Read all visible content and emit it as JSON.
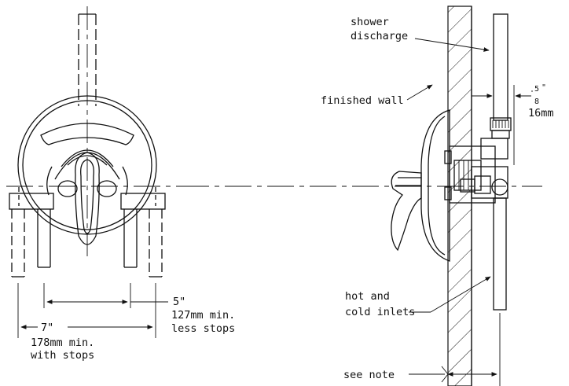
{
  "labels": {
    "shower_discharge_1": "shower",
    "shower_discharge_2": "discharge",
    "finished_wall": "finished wall",
    "frac_num": "5",
    "frac_in": "\"",
    "frac_den": "8",
    "mm16": "16mm",
    "dim5": "5\"",
    "dim5_mm": "127mm min.",
    "dim5_note": "less stops",
    "dim7": "7\"",
    "dim7_mm": "178mm min.",
    "dim7_note": "with stops",
    "hot_cold_1": "hot and",
    "hot_cold_2": "cold inlets",
    "see_note": "see note"
  }
}
